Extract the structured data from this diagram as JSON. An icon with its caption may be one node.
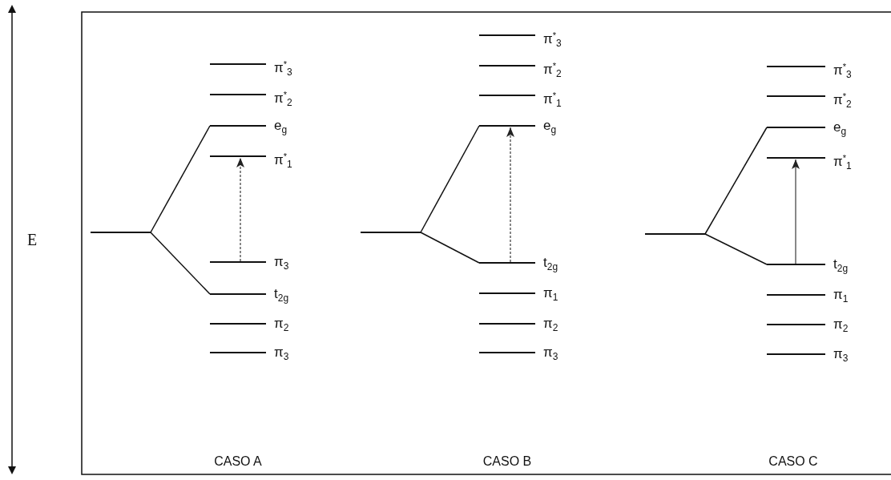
{
  "diagram": {
    "nodes": [
      {
        "text": [],
        "shape": "bar"
      },
      {
        "text": [],
        "shape": "bar",
        "beside": [
          "π$^{*}$$_{3}$"
        ]
      },
      {
        "text": [],
        "shape": "bar",
        "beside": [
          "π$^{*}$$_{2}$"
        ]
      },
      {
        "text": [],
        "shape": "bar",
        "beside": [
          "e$_{g}$"
        ]
      },
      {
        "text": [],
        "shape": "bar",
        "beside": [
          "π$^{*}$$_{1}$"
        ]
      },
      {
        "text": [],
        "shape": "bar",
        "beside": [
          "π$_{3}$"
        ]
      },
      {
        "text": [],
        "shape": "bar",
        "beside": [
          "t$_{2g}$"
        ]
      },
      {
        "text": [],
        "shape": "bar",
        "beside": [
          "π$_{2}$"
        ]
      },
      {
        "text": [],
        "shape": "bar",
        "beside": [
          "π$_{3}$"
        ]
      },
      {
        "text": [],
        "shape": "bar"
      },
      {
        "text": [],
        "shape": "bar",
        "beside": [
          "π$^{*}$$_{3}$"
        ]
      },
      {
        "text": [],
        "shape": "bar",
        "beside": [
          "π$^{*}$$_{2}$"
        ]
      },
      {
        "text": [],
        "shape": "bar",
        "beside": [
          "π$^{*}$$_{1}$"
        ]
      },
      {
        "text": [],
        "shape": "bar",
        "beside": [
          "e$_{g}$"
        ]
      },
      {
        "text": [],
        "shape": "bar",
        "beside": [
          "t$_{2g}$"
        ]
      },
      {
        "text": [],
        "shape": "bar",
        "beside": [
          "π$_{1}$"
        ]
      },
      {
        "text": [],
        "shape": "bar",
        "beside": [
          "π$_{2}$"
        ]
      },
      {
        "text": [],
        "shape": "bar",
        "beside": [
          "π$_{3}$"
        ]
      },
      {
        "text": [],
        "shape": "bar"
      },
      {
        "text": [],
        "shape": "bar",
        "beside": [
          "π$^{*}$$_{3}$"
        ]
      },
      {
        "text": [],
        "shape": "bar",
        "beside": [
          "π$^{*}$$_{2}$"
        ]
      },
      {
        "text": [],
        "shape": "bar",
        "beside": [
          "e$_{g}$"
        ]
      },
      {
        "text": [],
        "shape": "bar",
        "beside": [
          "π$^{*}$$_{1}$"
        ]
      },
      {
        "text": [],
        "shape": "bar",
        "beside": [
          "t$_{2g}$"
        ]
      },
      {
        "text": [],
        "shape": "bar",
        "beside": [
          "π$_{1}$"
        ]
      },
      {
        "text": [],
        "shape": "bar",
        "beside": [
          "π$_{2}$"
        ]
      },
      {
        "text": [],
        "shape": "bar",
        "beside": [
          "π$_{3}$"
        ]
      }
    ],
    "edges": [
      {
        "from": 0,
        "to": 3,
        "arrow": "none"
      },
      {
        "from": 0,
        "to": 6,
        "arrow": "none"
      },
      {
        "from": 5,
        "to": 4,
        "arrow": "to",
        "style": "dashed"
      },
      {
        "from": 9,
        "to": 13,
        "arrow": "none"
      },
      {
        "from": 9,
        "to": 14,
        "arrow": "none"
      },
      {
        "from": 14,
        "to": 13,
        "arrow": "to",
        "style": "dashed"
      },
      {
        "from": 18,
        "to": 21,
        "arrow": "none"
      },
      {
        "from": 18,
        "to": 23,
        "arrow": "none"
      },
      {
        "from": 23,
        "to": 22,
        "arrow": "to"
      }
    ],
    "labels": [
      "E",
      "CASO A",
      "CASO B",
      "CASO C"
    ]
  }
}
